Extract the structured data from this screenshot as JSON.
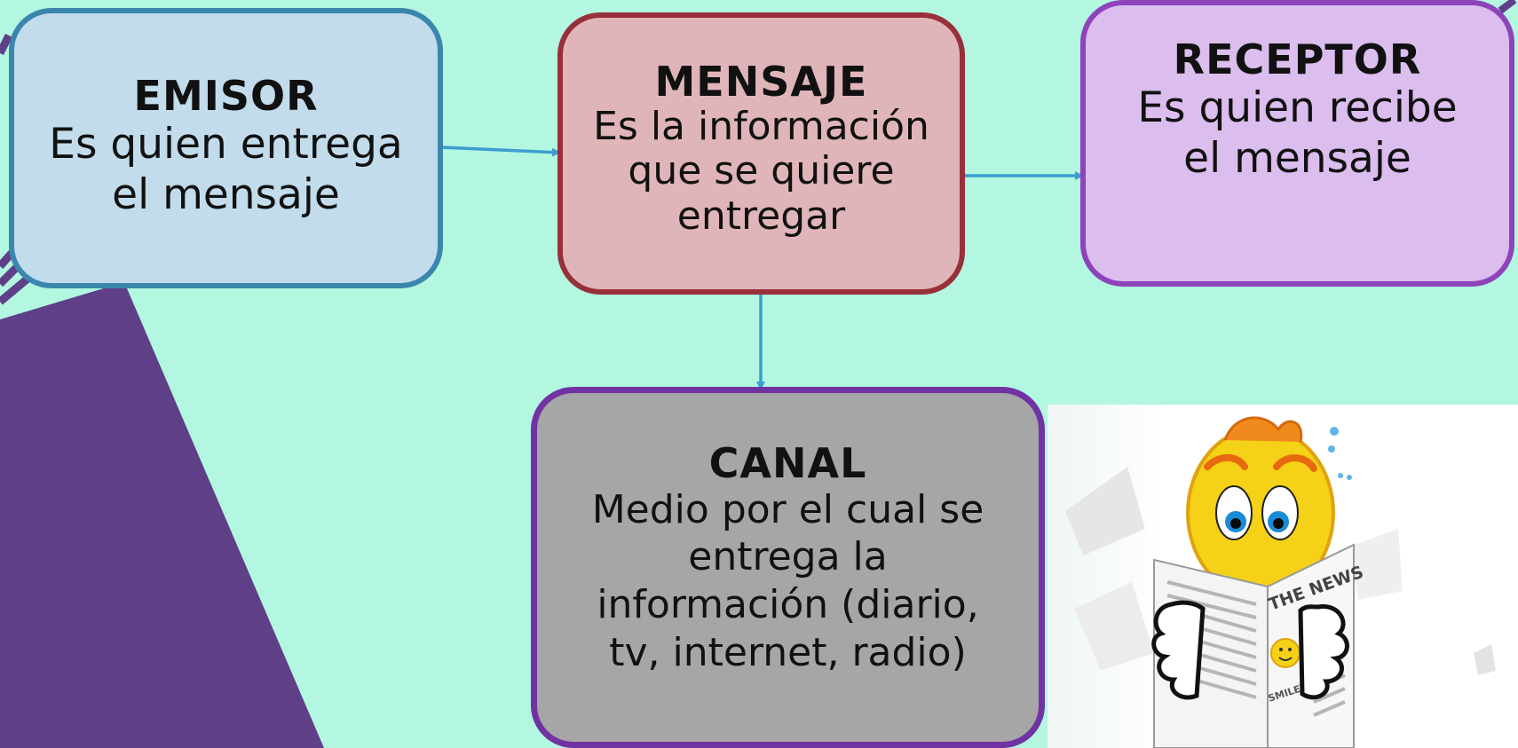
{
  "boxes": {
    "emisor": {
      "title": "EMISOR",
      "lines": [
        "Es quien entrega",
        "el mensaje"
      ]
    },
    "mensaje": {
      "title": "MENSAJE",
      "lines": [
        "Es la información",
        "que se quiere",
        "entregar"
      ]
    },
    "receptor": {
      "title": "RECEPTOR",
      "lines": [
        "Es quien recibe",
        "el mensaje"
      ]
    },
    "canal": {
      "title": "CANAL",
      "lines": [
        "Medio por el cual se",
        "entrega la",
        "información (diario,",
        "tv, internet, radio)"
      ]
    }
  },
  "illustration": {
    "newspaper_title": "THE NEWS",
    "newspaper_caption": "SMILEY WINS"
  },
  "colors": {
    "background": "#b3f7e0",
    "triangle": "#5e3f88",
    "emisor_fill": "#c2dcec",
    "emisor_border": "#3b86ad",
    "mensaje_fill": "#e0b5b9",
    "mensaje_border": "#98303c",
    "receptor_fill": "#dbbdee",
    "receptor_border": "#8f43ba",
    "canal_fill": "#a6a6a6",
    "canal_border": "#7133a3",
    "connector": "#3c9dd0"
  }
}
